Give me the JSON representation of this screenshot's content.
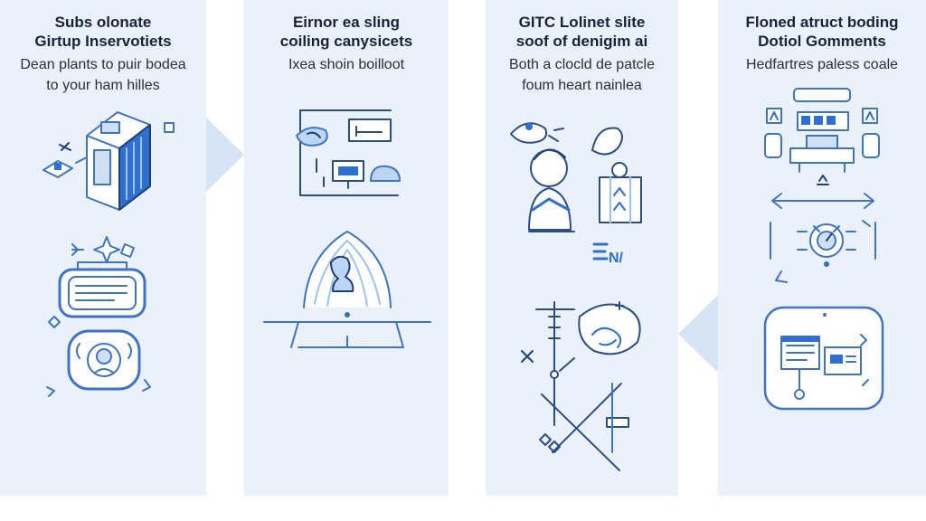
{
  "panels": [
    {
      "title_lines": [
        "Subs olonate",
        "Girtup Inservotiets"
      ],
      "subtitle_lines": [
        "Dean plants to puir bodea",
        "to your ham hilles"
      ]
    },
    {
      "title_lines": [
        "Eirnor ea sling",
        "coiling canysicets"
      ],
      "subtitle_lines": [
        "Ixea shoin boilloot"
      ]
    },
    {
      "title_lines": [
        "GITC Lolinet slite",
        "soof of denigim ai"
      ],
      "subtitle_lines": [
        "Both a clocld de patcle",
        "foum heart nainlea"
      ]
    },
    {
      "title_lines": [
        "Floned atruct boding",
        "Dotiol Gomments"
      ],
      "subtitle_lines": [
        "Hedfartres paless coale"
      ]
    }
  ],
  "labels": {
    "panel3_badge": "N/"
  },
  "colors": {
    "accent": "#2e6fd0",
    "line": "#3d74c6",
    "panel_bg": "#eaf1fa",
    "chevron": "#d6e5f5"
  }
}
